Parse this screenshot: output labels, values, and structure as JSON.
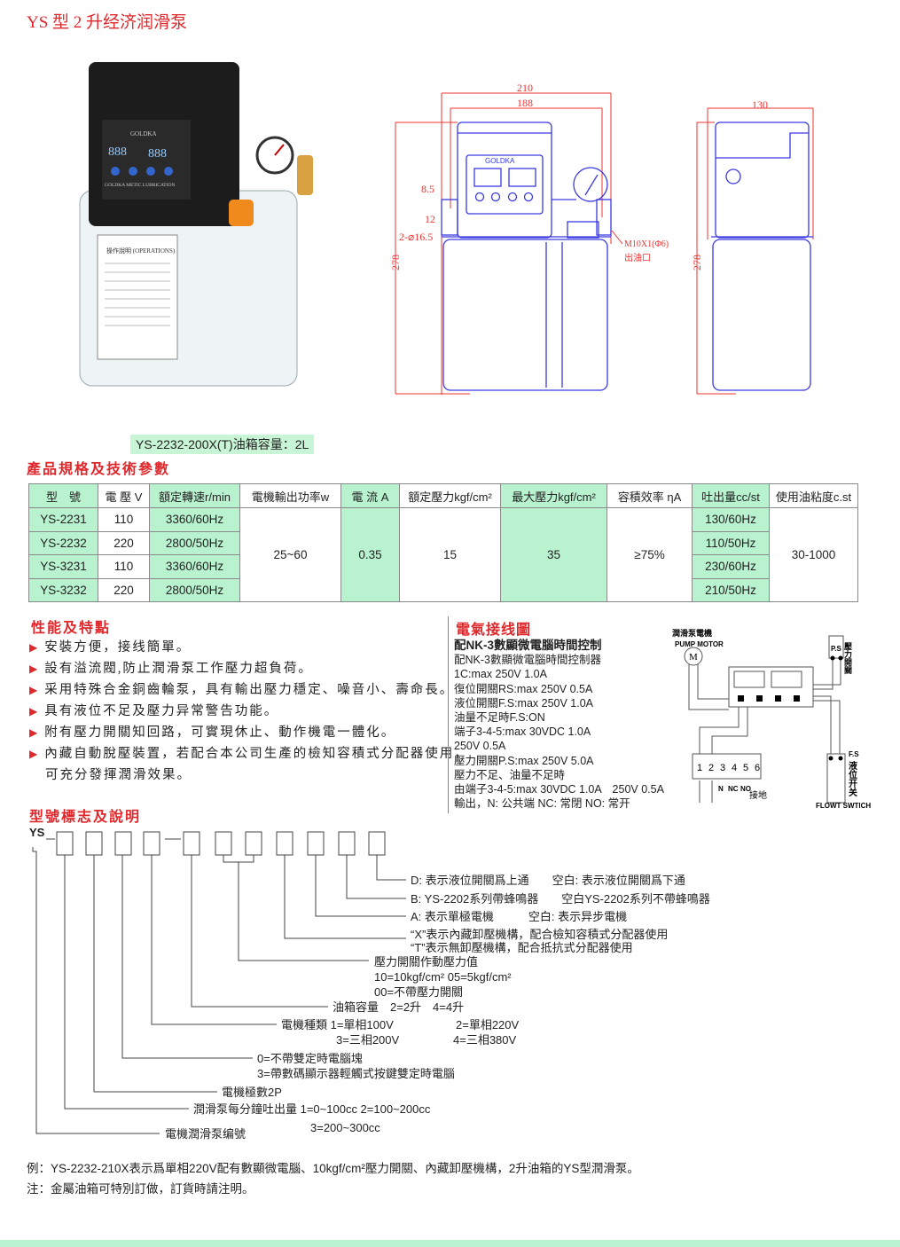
{
  "title": "YS 型 2 升经济润滑泵",
  "photo": {
    "brand": "GOLDKA",
    "panel_text": "GOLDKA METIC LUBRICATION",
    "display_left": "888",
    "display_right": "888",
    "label_title": "操作說明 (OPERATIONS)"
  },
  "caption": "YS-2232-200X(T)油箱容量：2L",
  "drawing": {
    "front_logo": "GOLDKA",
    "dim_210": "210",
    "dim_188": "188",
    "dim_278_front": "278",
    "dim_8_5": "8.5",
    "dim_12": "12",
    "dim_hole": "2-⌀16.5",
    "outlet_spec": "M10X1(Φ6)",
    "outlet_label": "出油口",
    "dim_130": "130",
    "dim_278_side": "278"
  },
  "spec_title": "產品規格及技術參數",
  "spec_table": {
    "headers": [
      "型　號",
      "電 壓 V",
      "額定轉速r/min",
      "電機輸出功率w",
      "電 流 A",
      "額定壓力kgf/cm²",
      "最大壓力kgf/cm²",
      "容積效率 ηA",
      "吐出量cc/st",
      "使用油粘度c.st"
    ],
    "rows": [
      {
        "model": "YS-2231",
        "voltage": "110",
        "speed": "3360/60Hz",
        "output": "130/60Hz"
      },
      {
        "model": "YS-2232",
        "voltage": "220",
        "speed": "2800/50Hz",
        "output": "110/50Hz"
      },
      {
        "model": "YS-3231",
        "voltage": "110",
        "speed": "3360/60Hz",
        "output": "230/60Hz"
      },
      {
        "model": "YS-3232",
        "voltage": "220",
        "speed": "2800/50Hz",
        "output": "210/50Hz"
      }
    ],
    "power": "25~60",
    "current": "0.35",
    "rated_pressure": "15",
    "max_pressure": "35",
    "efficiency": "≥75%",
    "viscosity": "30-1000"
  },
  "features": {
    "title": "性能及特點",
    "items": [
      "安裝方便，接线簡單。",
      "設有溢流閥,防止潤滑泵工作壓力超負荷。",
      "采用特殊合金銅齒輪泵，具有輸出壓力穩定、噪音小、壽命長。",
      "具有液位不足及壓力异常警告功能。",
      "附有壓力開關知回路，可實現休止、動作機電一體化。",
      "內藏自動脫壓裝置，若配合本公司生產的檢知容積式分配器使用，"
    ],
    "continuation": "可充分發揮潤滑效果。"
  },
  "wiring": {
    "title": "電氣接线圖",
    "lines": [
      "配NK-3數顯微電腦時間控制",
      "配NK-3數顯微電腦時間控制器",
      "1C:max 250V 1.0A",
      "復位開關RS:max 250V 0.5A",
      "液位開關F.S:max 250V 1.0A",
      "油量不足時F.S:ON",
      "端子3-4-5:max 30VDC 1.0A",
      "250V 0.5A",
      "壓力開關P.S:max 250V 5.0A",
      "壓力不足、油量不足時",
      "由端子3-4-5:max 30VDC 1.0A　250V 0.5A",
      "輸出，N: 公共端  NC: 常閉  NO: 常开"
    ],
    "motor_cn": "潤滑泵電機",
    "motor_en": "PUMP MOTOR",
    "motor_symbol": "M",
    "ps": "P.S",
    "ps_cn": "壓力開關",
    "fs": "F.S",
    "fs_cn": "液位开关",
    "fs_en": "FLOWT SWTICH",
    "terminals": [
      "1",
      "2",
      "3",
      "4",
      "5",
      "6"
    ],
    "n": "N",
    "nc": "NC",
    "no": "NO",
    "ground": "接地"
  },
  "model_code": {
    "title": "型號標志及說明",
    "prefix": "YS",
    "desc": {
      "d": "D: 表示液位開關爲上通　　空白: 表示液位開關爲下通",
      "b": "B: YS-2202系列帶蜂鳴器　　空白YS-2202系列不帶蜂鳴器",
      "a": "A: 表示單極電機　　　空白: 表示异步電機",
      "x": "“X”表示內藏卸壓機構，配合檢知容積式分配器使用",
      "t": "“T”表示無卸壓機構，配合抵抗式分配器使用",
      "p1": "壓力開關作動壓力值",
      "p2": "10=10kgf/cm²  05=5kgf/cm²",
      "p3": "00=不帶壓力開關",
      "tank": "油箱容量　2=2升　4=4升",
      "motor1": "電機種類  1=單相100V",
      "motor2": "2=單相220V",
      "motor3": "3=三相200V",
      "motor4": "4=三相380V",
      "timer1": "0=不帶雙定時電腦塊",
      "timer2": "3=帶數碼顯示器輕觸式按鍵雙定時電腦",
      "poles": "電機極數2P",
      "flow1": "潤滑泵每分鐘吐出量  1=0~100cc  2=100~200cc",
      "flow2": "3=200~300cc",
      "code": "電機潤滑泵编號"
    }
  },
  "example": "例：YS-2232-210X表示爲單相220V配有數顯微電腦、10kgf/cm²壓力開關、內藏卸壓機構，2升油箱的YS型潤滑泵。",
  "note": "注：金屬油箱可特別訂做，訂貨時請注明。",
  "colors": {
    "accent": "#e0282c",
    "table_green": "#b8f2cf",
    "footer": "#b8f2cf",
    "drawing_blue": "#3a3ae0"
  }
}
